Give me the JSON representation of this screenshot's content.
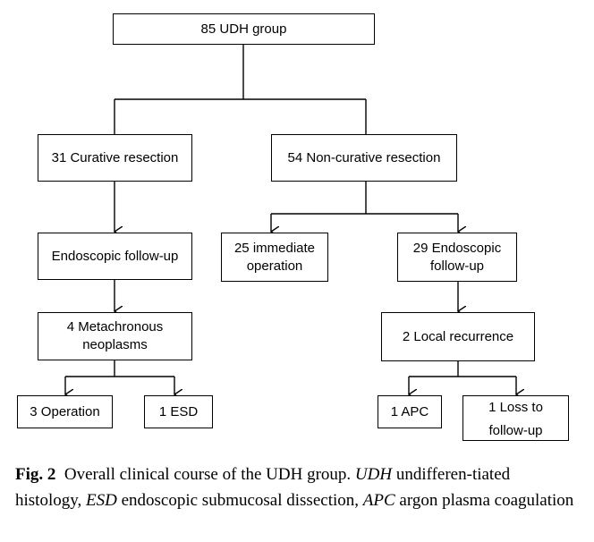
{
  "diagram": {
    "root": "85 UDH group",
    "curative": "31 Curative resection",
    "noncurative": "54 Non-curative resection",
    "endo_left": "Endoscopic follow-up",
    "metachronous": "4 Metachronous\nneoplasms",
    "operation3": "3 Operation",
    "esd1": "1 ESD",
    "immediate": "25 immediate\noperation",
    "endo_right": "29 Endoscopic\nfollow-up",
    "local_recurrence": "2 Local recurrence",
    "apc1": "1 APC",
    "loss": "1 Loss to\nfollow-up"
  },
  "caption": {
    "label": "Fig. 2",
    "text1": "Overall clinical course of the UDH group. ",
    "t_udh": "UDH",
    "text2": " undifferen-tiated histology, ",
    "t_esd": "ESD",
    "text3": " endoscopic submucosal dissection, ",
    "t_apc": "APC",
    "text4": " argon plasma coagulation"
  }
}
